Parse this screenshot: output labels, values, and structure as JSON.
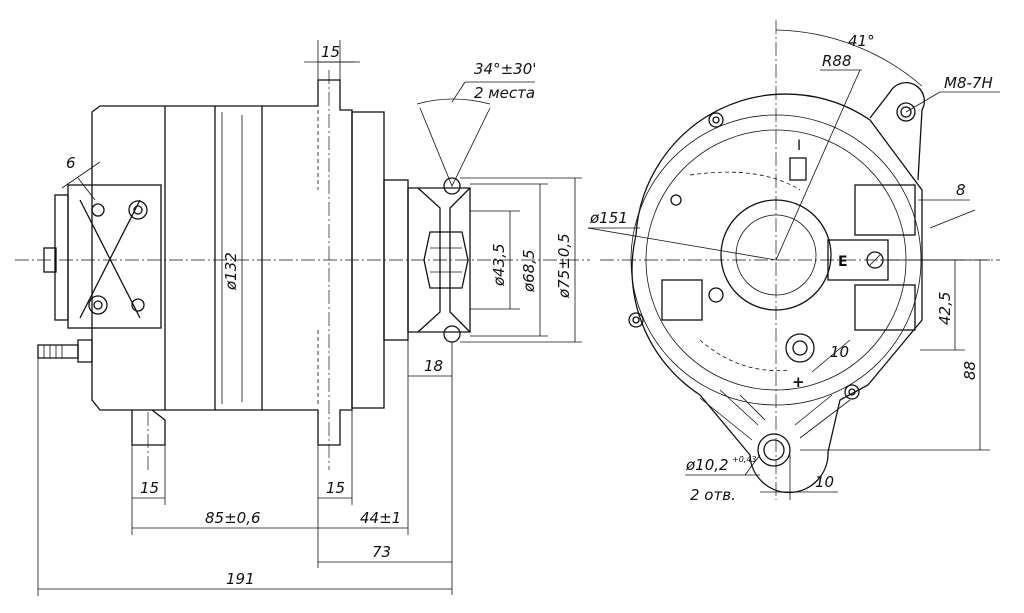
{
  "labels": {
    "dim_15_top": "15",
    "angle_pulley": "34°±30'",
    "angle_note": "2 места",
    "dim_6": "6",
    "dia_132": "ø132",
    "dia_43_5": "ø43,5",
    "dia_68_5": "ø68,5",
    "dia_75": "ø75±0,5",
    "dim_18": "18",
    "dim_15_bl": "15",
    "dim_15_bm": "15",
    "dim_85": "85±0,6",
    "dim_44": "44±1",
    "dim_73": "73",
    "dim_191": "191",
    "angle_41": "41°",
    "radius_88": "R88",
    "thread": "M8-7H",
    "dia_151": "ø151",
    "dim_8": "8",
    "dim_42_5": "42,5",
    "dim_88": "88",
    "dim_10_a": "10",
    "dim_10_b": "10",
    "dia_10_2": "ø10,2",
    "tol_10_2": "+0,43",
    "holes_note": "2 отв.",
    "term_I": "I",
    "term_E": "E"
  }
}
